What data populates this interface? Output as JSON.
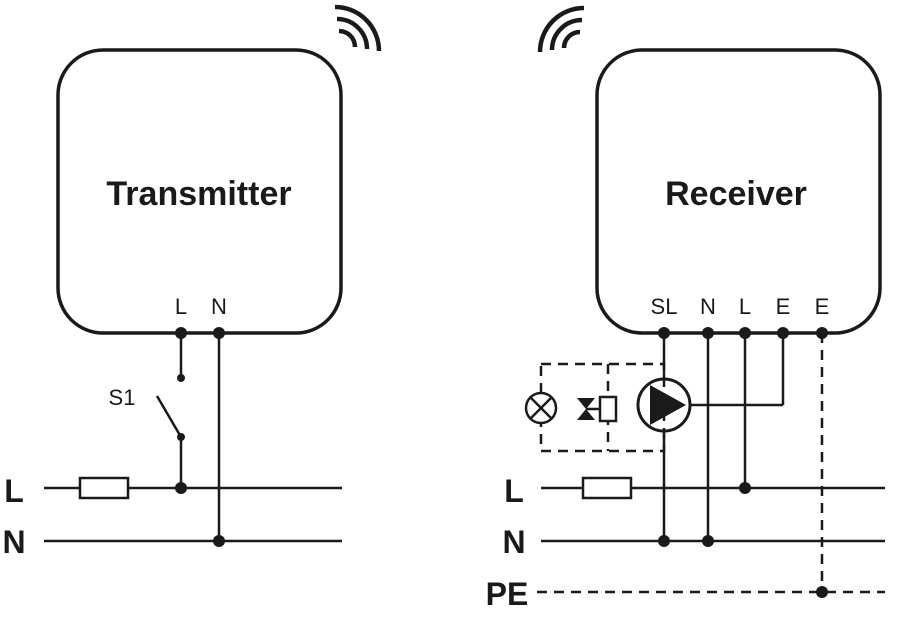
{
  "transmitter": {
    "title": "Transmitter",
    "terminals": [
      "L",
      "N"
    ],
    "switch_label": "S1"
  },
  "receiver": {
    "title": "Receiver",
    "terminals": [
      "SL",
      "N",
      "L",
      "E",
      "E"
    ]
  },
  "buses": {
    "left": [
      "L",
      "N"
    ],
    "right": [
      "L",
      "N",
      "PE"
    ]
  },
  "icons": [
    "wireless-signal-icon",
    "fuse-icon",
    "lamp-icon",
    "valve-actuator-icon",
    "pump-icon"
  ]
}
